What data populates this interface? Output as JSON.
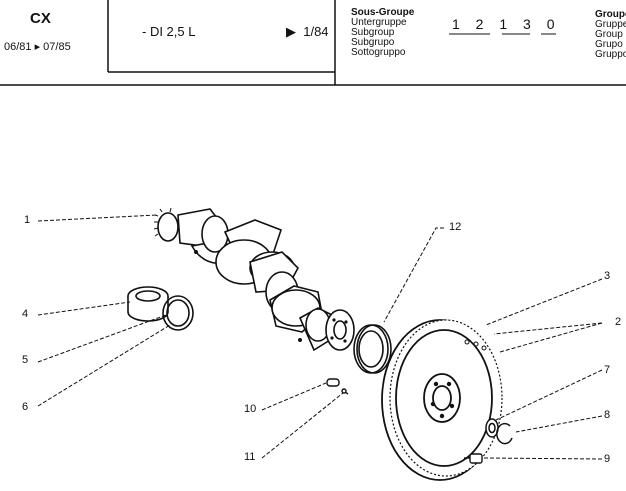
{
  "header": {
    "model": "CX",
    "dates": "06/81 ▸ 07/85",
    "variant": "- DI 2,5 L",
    "page_ref": "1/84",
    "subgroup_labels": [
      "Sous-Groupe",
      "Untergruppe",
      "Subgroup",
      "Subgrupo",
      "Sottogruppo"
    ],
    "subgroup_code": "1 2 1   3 0",
    "group_labels": [
      "Groupe",
      "Gruppe",
      "Group",
      "Grupo",
      "Gruppo"
    ]
  },
  "callouts": [
    "1",
    "2",
    "3",
    "4",
    "5",
    "6",
    "7",
    "8",
    "9",
    "10",
    "11",
    "12"
  ],
  "colors": {
    "ink": "#111111",
    "paper": "#ffffff"
  }
}
